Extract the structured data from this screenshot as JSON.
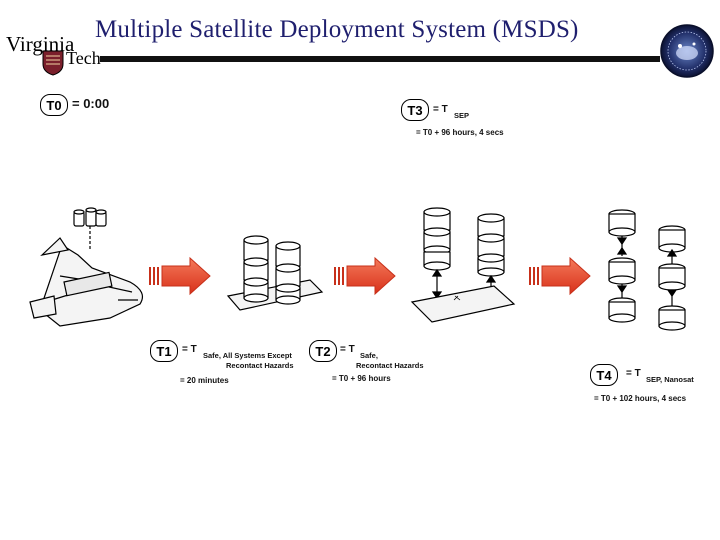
{
  "title": "Multiple Satellite Deployment System (MSDS)",
  "logo": {
    "line1": "Virginia",
    "line2": "Tech"
  },
  "seal": {
    "label": "seal-emblem"
  },
  "timeline": {
    "t0": {
      "tag": "T0",
      "text": "= 0:00"
    },
    "t1": {
      "tag": "T1",
      "eq": "= T",
      "sub": "Safe, All Systems Except",
      "sub2": "Recontact Hazards",
      "time": "= 20 minutes"
    },
    "t2": {
      "tag": "T2",
      "eq": "= T",
      "sub": "Safe,",
      "sub2": "Recontact Hazards",
      "time": "= T0 + 96 hours"
    },
    "t3": {
      "tag": "T3",
      "eq": "= T",
      "sub": "SEP",
      "time": "= T0 + 96 hours, 4 secs"
    },
    "t4": {
      "tag": "T4",
      "eq": "= T",
      "sub": "SEP, Nanosat",
      "time": "= T0 + 102 hours, 4 secs"
    }
  },
  "colors": {
    "title": "#1f1f6e",
    "arrow": "#e8462a",
    "arrow_edge": "#c7301a",
    "maroon": "#7a1f2b"
  },
  "icons": [
    "shuttle-icon",
    "satellite-stack-icon",
    "red-arrow-icon",
    "seal-icon"
  ]
}
